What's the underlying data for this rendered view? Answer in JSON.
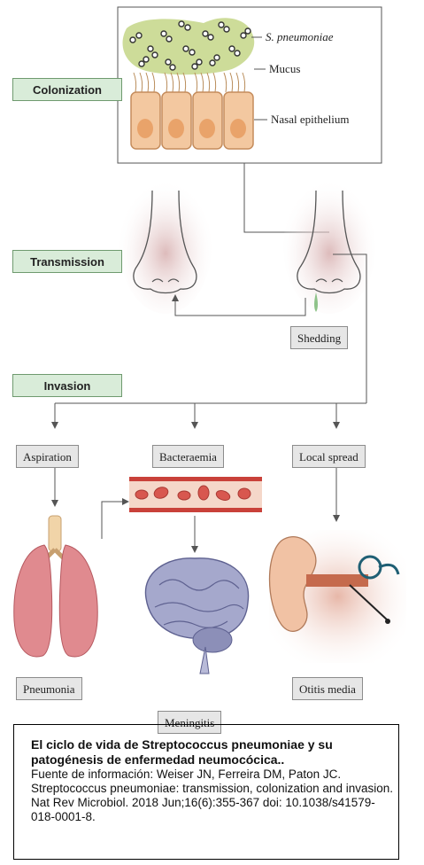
{
  "stages": {
    "colonization": "Colonization",
    "transmission": "Transmission",
    "invasion": "Invasion"
  },
  "callouts": {
    "pathogen": "S. pneumoniae",
    "mucus": "Mucus",
    "epithelium": "Nasal epithelium"
  },
  "routes": {
    "shedding": "Shedding",
    "aspiration": "Aspiration",
    "bacteraemia": "Bacteraemia",
    "local_spread": "Local spread"
  },
  "outcomes": {
    "pneumonia": "Pneumonia",
    "meningitis": "Meningitis",
    "otitis_media": "Otitis media"
  },
  "caption": {
    "title": "El ciclo de vida de Streptococcus pneumoniae y su patogénesis de enfermedad neumocócica..",
    "source_label": "Fuente de información:",
    "source_text": "Weiser JN, Ferreira DM, Paton JC. Streptococcus pneumoniae: transmission, colonization and invasion. Nat Rev Microbiol. 2018 Jun;16(6):355-367 doi: 10.1038/s41579-018-0001-8."
  },
  "colors": {
    "stage_fill": "#d9ecd9",
    "mucus": "#c8d88e",
    "epithelium": "#f3c8a0",
    "nucleus": "#e9a36a",
    "lung": "#e08a8f",
    "vessel": "#c9413a",
    "brain": "#8c8fb8"
  }
}
